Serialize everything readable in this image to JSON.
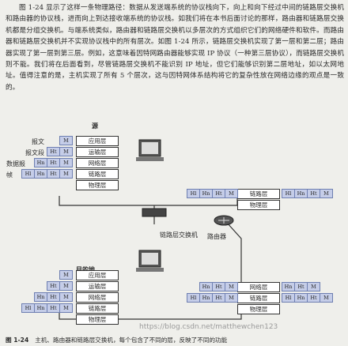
{
  "text": {
    "paragraph": "图 1-24 显示了这样一条物理路径：数据从发送端系统的协议栈向下，向上和向下经过中间的链路层交换机和路由器的协议栈，进而向上到达接收端系统的协议栈。如我们将在本书后面讨论的那样，路由器和链路层交换机都是分组交换机。与端系统类似，路由器和链路层交换机以多层次的方式组织它们的网络硬件和软件。而路由器和链路层交换机并不实现协议栈中的所有层次。如图 1-24 所示，链路层交换机实现了第一层和第二层；路由器实现了第一层到第三层。例如，这意味着因特网路由器能够实现 IP 协议（一种第三层协议），而链路层交换机则不能。我们将在后面看到，尽管链路层交换机不能识别 IP 地址，但它们能够识别第二层地址，如以太网地址。值得注意的是，主机实现了所有 5 个层次，这与因特网体系结构将它的复杂性放在网络边缘的观点是一致的。"
  },
  "figure": {
    "source_label": "源",
    "dest_label": "目的地",
    "unit_labels": [
      "报文",
      "报文段",
      "数据报",
      "帧"
    ],
    "host_layers": [
      "应用层",
      "运输层",
      "网络层",
      "链路层",
      "物理层"
    ],
    "switch_layers": [
      "链路层",
      "物理层"
    ],
    "router_layers": [
      "网络层",
      "链路层",
      "物理层"
    ],
    "switch_label": "链路层交换机",
    "router_label": "路由器",
    "header_symbols": {
      "message": "M",
      "transport": "Ht",
      "network": "Hn",
      "link": "Hl"
    },
    "caption_number": "图 1-24",
    "caption_text": "主机、路由器和链路层交换机，每个包含了不同的层，反映了不同的功能",
    "watermark": "https://blog.csdn.net/matthewchen123"
  }
}
